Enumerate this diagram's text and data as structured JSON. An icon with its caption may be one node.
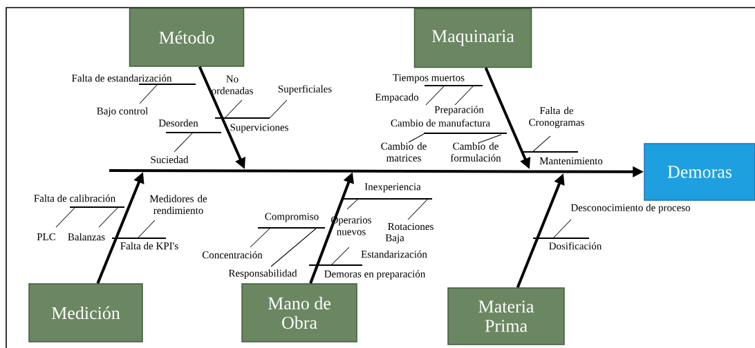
{
  "diagram": {
    "nodes": [
      {
        "text": [
          "Método"
        ]
      },
      {
        "text": [
          "Maquinaria"
        ]
      },
      {
        "text": [
          "Demoras"
        ]
      },
      {
        "text": [
          "Medición"
        ]
      },
      {
        "text": [
          "Mano de Obra"
        ]
      },
      {
        "text": [
          "Materia Prima"
        ]
      }
    ],
    "edges": [
      {
        "from": null,
        "to": 2,
        "arrow": "to"
      },
      {
        "from": 0,
        "to": null,
        "arrow": "to"
      },
      {
        "from": 1,
        "to": null,
        "arrow": "to"
      },
      {
        "from": 3,
        "to": null,
        "arrow": "to"
      },
      {
        "from": 4,
        "to": null,
        "arrow": "to"
      },
      {
        "from": 5,
        "to": null,
        "arrow": "to"
      }
    ],
    "labels": [
      "Falta de estandarización",
      "No ordenadas",
      "Superficiales",
      "Bajo control",
      "Desorden",
      "Superviciones",
      "Suciedad",
      "Tiempos muertos",
      "Empacado",
      "Preparación",
      "Falta de Cronogramas",
      "Cambio de manufactura",
      "Cambio de matrices",
      "Cambio de formulación",
      "Mantenimiento",
      "Falta de calibración",
      "Medidores de rendimiento",
      "PLC",
      "Balanzas",
      "Falta de KPI's",
      "Inexperiencia",
      "Compromiso",
      "Operarios nuevos",
      "Rotaciones",
      "Baja",
      "Concentración",
      "Estandarización",
      "Responsabilidad",
      "Demoras en preparación",
      "Desconocimiento de proceso",
      "Dosificación"
    ]
  }
}
